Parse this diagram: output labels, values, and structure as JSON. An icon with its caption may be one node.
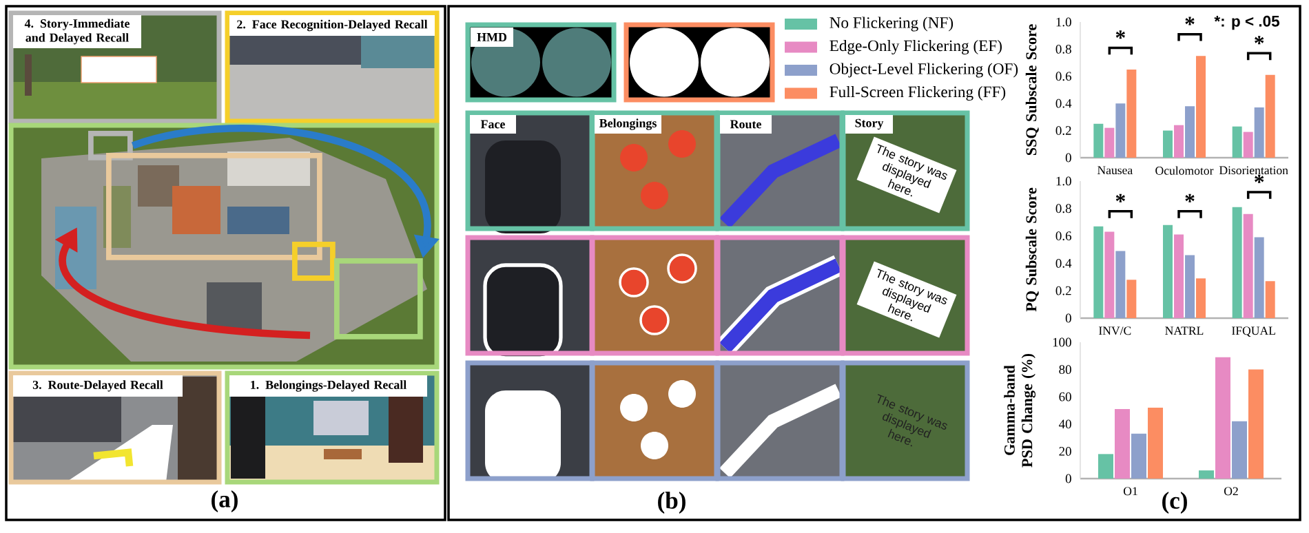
{
  "diagram": {
    "nodes": [
      {
        "text": [
          "4. Story-Immediate and Delayed Recall"
        ]
      },
      {
        "text": [
          "2. Face Recognition-Delayed Recall"
        ]
      },
      {
        "text": [],
        "shape": "picture"
      },
      {
        "text": [],
        "shape": "box",
        "in": 2
      },
      {
        "text": [],
        "shape": "box",
        "in": 2
      },
      {
        "text": [],
        "shape": "box",
        "in": 2
      },
      {
        "text": [],
        "shape": "box",
        "in": 2
      },
      {
        "text": [
          "3. Route-Delayed Recall"
        ]
      },
      {
        "text": [
          "1. Belongings-Delayed Recall"
        ]
      },
      {
        "text": [
          "HMD"
        ]
      },
      {
        "text": [],
        "shape": "picture"
      },
      {
        "text": [
          "Face"
        ]
      },
      {
        "text": [
          "Belongings"
        ]
      },
      {
        "text": [
          "Route"
        ]
      },
      {
        "text": [
          "Story",
          "The story was displayed here."
        ]
      },
      {
        "text": [],
        "shape": "picture"
      },
      {
        "text": [],
        "shape": "picture"
      },
      {
        "text": [],
        "shape": "picture"
      },
      {
        "text": [
          "The story was displayed here."
        ]
      },
      {
        "text": [],
        "shape": "picture"
      },
      {
        "text": [],
        "shape": "picture"
      },
      {
        "text": [],
        "shape": "picture"
      },
      {
        "text": [
          "The story was displayed here."
        ]
      }
    ],
    "edges": [
      {
        "from": 3,
        "to": 6,
        "arrow": "to",
        "color": "#2a7cc9"
      }
    ],
    "labels": [
      "*: p < .05",
      "(a)",
      "(b)",
      "(c)"
    ],
    "legend": [
      {
        "text": "No Flickering (NF)",
        "color": "#66c2a5"
      },
      {
        "text": "Edge-Only Flickering (EF)",
        "color": "#e78ac3"
      },
      {
        "text": "Object-Level Flickering (OF)",
        "color": "#8da0cb"
      },
      {
        "text": "Full-Screen Flickering (FF)",
        "color": "#fc8d62"
      }
    ],
    "chart_data": [
      {
        "type": "bar",
        "ylabel": "SSQ Subscale Score",
        "categories": [
          "Nausea",
          "Oculomotor",
          "Disorientation"
        ],
        "series": [
          {
            "color": "#66c2a5",
            "values": [
              0.25,
              0.2,
              0.23
            ]
          },
          {
            "color": "#e78ac3",
            "values": [
              0.22,
              0.24,
              0.19
            ]
          },
          {
            "color": "#8da0cb",
            "values": [
              0.4,
              0.38,
              0.37
            ]
          },
          {
            "color": "#fc8d62",
            "values": [
              0.65,
              0.75,
              0.61
            ]
          }
        ],
        "ylim": [
          0,
          1
        ],
        "yticks": [
          {
            "value": 0,
            "label": "0"
          },
          {
            "value": 0.2,
            "label": "0.2"
          },
          {
            "value": 0.4,
            "label": "0.4"
          },
          {
            "value": 0.6,
            "label": "0.6"
          },
          {
            "value": 0.8,
            "label": "0.8"
          },
          {
            "value": 1,
            "label": "1.0"
          }
        ],
        "annotations": [
          "*",
          "*",
          "*"
        ]
      },
      {
        "type": "bar",
        "ylabel": "PQ Subscale Score",
        "categories": [
          "INV/C",
          "NATRL",
          "IFQUAL"
        ],
        "series": [
          {
            "color": "#66c2a5",
            "values": [
              0.67,
              0.68,
              0.81
            ]
          },
          {
            "color": "#e78ac3",
            "values": [
              0.63,
              0.61,
              0.76
            ]
          },
          {
            "color": "#8da0cb",
            "values": [
              0.49,
              0.46,
              0.59
            ]
          },
          {
            "color": "#fc8d62",
            "values": [
              0.28,
              0.29,
              0.27
            ]
          }
        ],
        "ylim": [
          0,
          1
        ],
        "yticks": [
          {
            "value": 0,
            "label": "0"
          },
          {
            "value": 0.2,
            "label": "0.2"
          },
          {
            "value": 0.4,
            "label": "0.4"
          },
          {
            "value": 0.6,
            "label": "0.6"
          },
          {
            "value": 0.8,
            "label": "0.8"
          },
          {
            "value": 1,
            "label": "1.0"
          }
        ],
        "annotations": [
          "*",
          "*",
          "*"
        ]
      },
      {
        "type": "bar",
        "ylabel": "Gamma-band PSD Change (%)",
        "categories": [
          "O1",
          "O2"
        ],
        "series": [
          {
            "color": "#66c2a5",
            "values": [
              18,
              6
            ]
          },
          {
            "color": "#e78ac3",
            "values": [
              51,
              89
            ]
          },
          {
            "color": "#8da0cb",
            "values": [
              33,
              42
            ]
          },
          {
            "color": "#fc8d62",
            "values": [
              52,
              80
            ]
          }
        ],
        "ylim": [
          0,
          100
        ],
        "yticks": [
          {
            "value": 0,
            "label": "0"
          },
          {
            "value": 20,
            "label": "20"
          },
          {
            "value": 40,
            "label": "40"
          },
          {
            "value": 60,
            "label": "60"
          },
          {
            "value": 80,
            "label": "80"
          },
          {
            "value": 100,
            "label": "100"
          }
        ]
      }
    ]
  }
}
